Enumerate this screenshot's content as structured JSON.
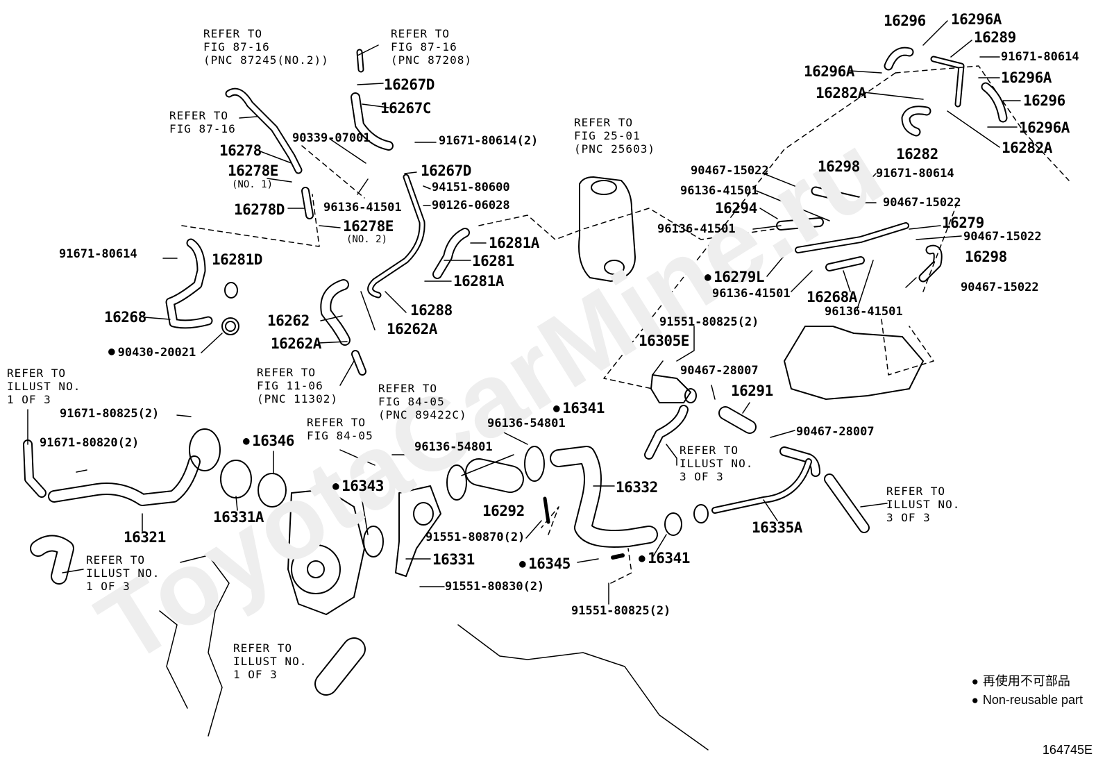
{
  "figure_id": "164745E",
  "watermark": "ToyotaCarMine.ru",
  "legend": {
    "jp": "再使用不可部品",
    "en": "Non-reusable part"
  },
  "refs": {
    "r1": "REFER TO\nFIG 87-16\n(PNC 87245(NO.2))",
    "r2": "REFER TO\nFIG 87-16\n(PNC 87208)",
    "r3": "REFER TO\nFIG 87-16",
    "r4": "REFER TO\nFIG 25-01\n(PNC 25603)",
    "r5": "REFER TO\nILLUST NO.\n1 OF 3",
    "r6": "REFER TO\nFIG 11-06\n(PNC 11302)",
    "r7": "REFER TO\nFIG 84-05\n(PNC 89422C)",
    "r8": "REFER TO\nFIG 84-05",
    "r9": "REFER TO\nILLUST NO.\n1 OF 3",
    "r10": "REFER TO\nILLUST NO.\n1 OF 3",
    "r11": "REFER TO\nILLUST NO.\n3 OF 3",
    "r12": "REFER TO\nILLUST NO.\n3 OF 3"
  },
  "parts": {
    "p16267D": "16267D",
    "p16267C": "16267C",
    "p90339": "90339-07001",
    "p91671a": "91671-80614(2)",
    "p16267D2": "16267D",
    "p94151": "94151-80600",
    "p96136a": "96136-41501",
    "p90126": "90126-06028",
    "p16278": "16278",
    "p16278E": "16278E",
    "no1": "(NO. 1)",
    "p16278D": "16278D",
    "p16278E2": "16278E",
    "no2": "(NO. 2)",
    "p91671b": "91671-80614",
    "p16281D": "16281D",
    "p16268": "16268",
    "p90430": "90430-20021",
    "p16281A": "16281A",
    "p16281": "16281",
    "p16281A2": "16281A",
    "p16288": "16288",
    "p16262": "16262",
    "p16262A2": "16262A",
    "p16262A": "16262A",
    "p16296": "16296",
    "p16296A": "16296A",
    "p16289": "16289",
    "p91671c": "91671-80614",
    "p16296A2": "16296A",
    "p16296A3": "16296A",
    "p16282A": "16282A",
    "p16296b": "16296",
    "p16296A4": "16296A",
    "p16282": "16282",
    "p16282A2": "16282A",
    "p90467a": "90467-15022",
    "p16298": "16298",
    "p91671d": "91671-80614",
    "p96136b": "96136-41501",
    "p90467b": "90467-15022",
    "p16294": "16294",
    "p96136c": "96136-41501",
    "p16279": "16279",
    "p90467c": "90467-15022",
    "p16279L": "16279L",
    "p16298b": "16298",
    "p96136d": "96136-41501",
    "p16268A": "16268A",
    "p90467d": "90467-15022",
    "p96136e": "96136-41501",
    "p91551a": "91551-80825(2)",
    "p16305E": "16305E",
    "p90467e": "90467-28007",
    "p16341": "16341",
    "p16291": "16291",
    "p90467f": "90467-28007",
    "p91671e": "91671-80825(2)",
    "p91671f": "91671-80820(2)",
    "p16346": "16346",
    "p16331A": "16331A",
    "p16321": "16321",
    "p96136f": "96136-54801",
    "p96136g": "96136-54801",
    "p16343": "16343",
    "p16292": "16292",
    "p16332": "16332",
    "p91551b": "91551-80870(2)",
    "p16331": "16331",
    "p16345": "16345",
    "p16341b": "16341",
    "p91551c": "91551-80830(2)",
    "p16335A": "16335A",
    "p91551d": "91551-80825(2)"
  }
}
